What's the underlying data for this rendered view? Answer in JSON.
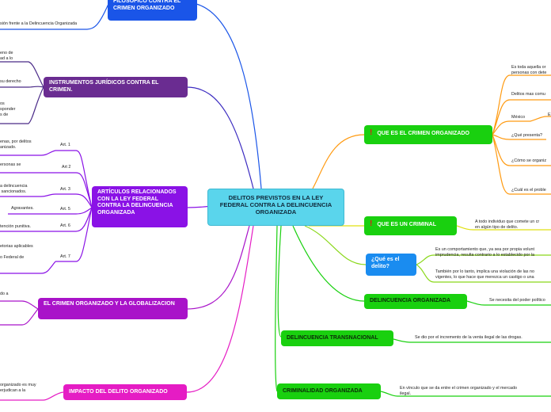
{
  "central": "DELITOS PREVISTOS EN LA LEY FEDERAL CONTRA LA DELINCUENCIA ORGANIZADA",
  "left": {
    "filosofico": {
      "title": "FILOSÓFICO CONTRA EL CRIMEN ORGANIZADO",
      "leaf": "sión frente a la Delincuencia Organizada"
    },
    "instrumentos": {
      "title": "INSTRUMENTOS JURÍDICOS CONTRA EL CRIMEN.",
      "leaves": [
        "eno de\nad a lo",
        "su derecho",
        "os\nsponder\ns de"
      ]
    },
    "articulos": {
      "title": "ARTÍCULOS RELACIONADOS CON LA LEY FEDERAL CONTRA LA DELINCUENCIA ORGANIZADA",
      "items": [
        {
          "label": "Art. 1",
          "text": "enas, por delitos\nanizado."
        },
        {
          "label": "Art 2",
          "text": "ersonas se"
        },
        {
          "label": "Art. 3",
          "text": "a delincuencia\n sancionados."
        },
        {
          "label": "Art. 5",
          "text": "Agravantes."
        },
        {
          "label": "Art. 6",
          "text": "tención punitiva."
        },
        {
          "label": "Art. 7",
          "text": "etorias aplicables\n\no Federal de"
        }
      ]
    },
    "globalizacion": {
      "title": "EL CRIMEN ORGANIZADO Y LA GLOBALIZACION",
      "leaf": "do a"
    },
    "impacto": {
      "title": "IMPACTO DEL DELITO ORGANIZADO",
      "leaf": "organizado es muy\nerjudican a la"
    }
  },
  "right": {
    "crimen_organizado": {
      "title": "QUE ES EL CRIMEN ORGANIZADO",
      "leaves": [
        "Es toda aquella or\npersonas con dete",
        "Delitos mas comu",
        "México",
        "E",
        "¿Qué presenta?",
        "¿Cómo se organiz",
        "¿Cuál es el proble"
      ]
    },
    "criminal": {
      "title": "QUE ES UN CRIMINAL",
      "leaf": "A todo individuo que comete un cr\nen algún tipo de delito."
    },
    "delito": {
      "title": "¿Qué es el delito?",
      "leaves": [
        "Es un comportamiento que, ya sea por propia volunt\nimprudencia, resulta contrario a lo establecido por la",
        "También por lo tanto, implica una violación de las no\nvigentes, lo que hace que merezca un castigo o una"
      ]
    },
    "delincuencia_org": {
      "title": "DELINCUENCIA ORGANIZADA",
      "leaf": "Se necesita del poder político"
    },
    "transnacional": {
      "title": "DELINCUENCIA TRANSNACIONAL",
      "leaf": "Se dio por el incremento de la venta ilegal de las drogas."
    },
    "criminalidad": {
      "title": "CRIMINALIDAD ORGANIZADA",
      "leaf": "En vínculo que se da entre el crimen organizado y el mercado\nilegal."
    }
  },
  "colors": {
    "central": "#5ad5ec",
    "blue": "#1a55e8",
    "purple_dark": "#6a2c91",
    "purple": "#8a12e6",
    "magenta": "#a913c9",
    "pink": "#e51cc4",
    "green": "#19d00f",
    "yellow": "#e0e010",
    "lime": "#8ad81a",
    "orange": "#ff9a10"
  },
  "warning_icon": "exclamation-icon"
}
